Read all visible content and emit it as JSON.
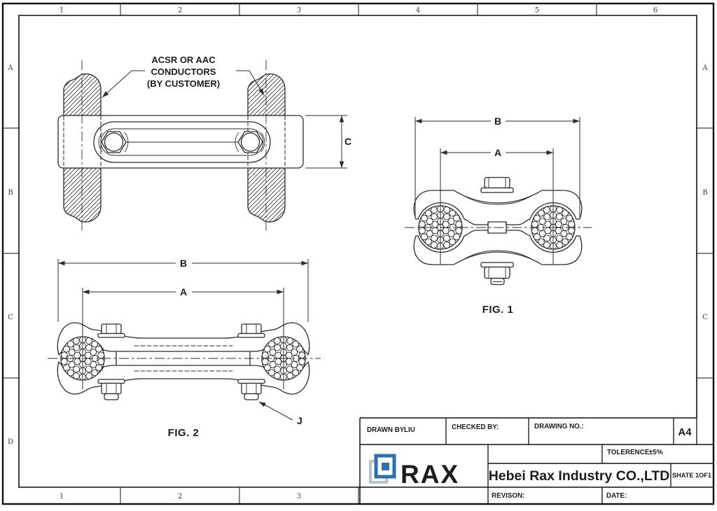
{
  "sheet": {
    "top_labels": [
      "1",
      "2",
      "3",
      "4",
      "5",
      "6"
    ],
    "bottom_labels": [
      "1",
      "2",
      "3"
    ],
    "left_labels": [
      "A",
      "B",
      "C",
      "D"
    ],
    "right_labels": [
      "A",
      "B",
      "C"
    ]
  },
  "note": {
    "line1": "ACSR OR AAC",
    "line2": "CONDUCTORS",
    "line3": "(BY CUSTOMER)"
  },
  "dims": {
    "a": "A",
    "b": "B",
    "c": "C",
    "j": "J"
  },
  "figures": {
    "fig1": "FIG. 1",
    "fig2": "FIG. 2"
  },
  "title_block": {
    "drawn_by_label": "DRAWN BY:",
    "drawn_by_value": "LIU",
    "checked_by_label": "CHECKED BY:",
    "drawing_no_label": "DRAWING NO.:",
    "paper_size": "A4",
    "tolerance_label": "TOLERENCE:",
    "tolerance_value": "±5%",
    "company": "Hebei Rax Industry CO.,LTD",
    "sheet_note": "SHATE 1OF1",
    "revision_label": "REVISON:",
    "date_label": "DATE:",
    "logo_text": "RAX",
    "logo_color": "#2e6fae",
    "logo_gray": "#b9c0c7"
  }
}
